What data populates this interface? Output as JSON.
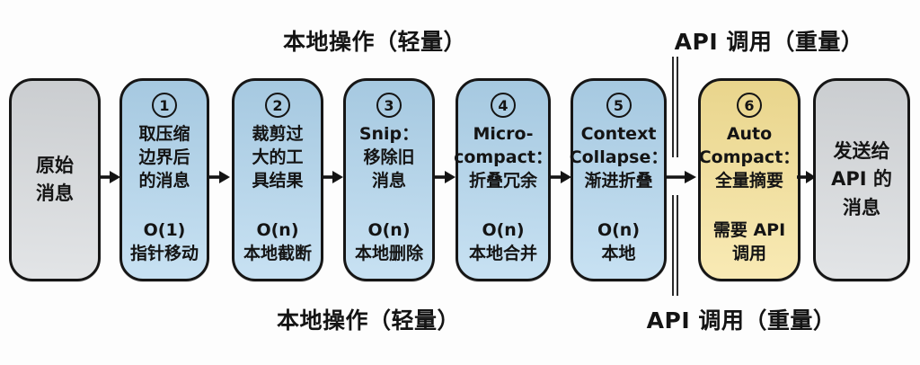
{
  "diagram": {
    "top_labels": {
      "local": "本地操作（轻量）",
      "api": "API 调用（重量）"
    },
    "bottom_labels": {
      "local": "本地操作（轻量）",
      "api": "API 调用（重量）"
    }
  },
  "boxes": [
    {
      "number": "",
      "body": "原始\n消息",
      "footer": ""
    },
    {
      "number": "1",
      "body": "取压缩\n边界后\n的消息",
      "footer": "O(1)\n指针移动"
    },
    {
      "number": "2",
      "body": "裁剪过\n大的工\n具结果",
      "footer": "O(n)\n本地截断"
    },
    {
      "number": "3",
      "body": "Snip：\n移除旧\n消息",
      "footer": "O(n)\n本地删除"
    },
    {
      "number": "4",
      "body": "Micro-\ncompact：\n折叠冗余",
      "footer": "O(n)\n本地合并"
    },
    {
      "number": "5",
      "body": "Context\nCollapse：\n渐进折叠",
      "footer": "O(n)\n本地"
    },
    {
      "number": "6",
      "body": "Auto\nCompact：\n全量摘要",
      "footer": "需要 API\n调用"
    },
    {
      "number": "",
      "body": "发送给\nAPI 的\n消息",
      "footer": ""
    }
  ],
  "colors": {
    "local_box": "#aed3ec",
    "api_box": "#f5e093",
    "message_box": "#d5d8db",
    "stroke": "#161616"
  }
}
